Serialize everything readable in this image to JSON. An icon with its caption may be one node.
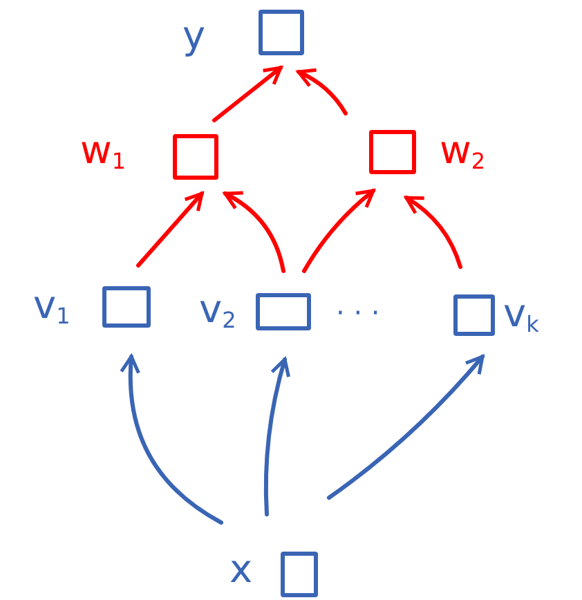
{
  "diagram": {
    "nodes": [
      {
        "text": [],
        "shape": "box",
        "beside": [
          "y"
        ]
      },
      {
        "text": [],
        "shape": "box",
        "beside": [
          "w$_{1}$"
        ]
      },
      {
        "text": [],
        "shape": "box",
        "beside": [
          "w$_{2}$"
        ]
      },
      {
        "text": [],
        "shape": "box",
        "beside": [
          "v$_{1}$"
        ]
      },
      {
        "text": [],
        "shape": "box",
        "beside": [
          "v$_{2}$"
        ]
      },
      {
        "text": [],
        "shape": "box",
        "beside": [
          "v$_{k}$"
        ]
      },
      {
        "text": [],
        "shape": "box",
        "beside": [
          "x"
        ]
      }
    ],
    "edges": [
      {
        "from": 6,
        "to": 3,
        "arrow": "to",
        "color": "#3a65b5"
      },
      {
        "from": 6,
        "to": 4,
        "arrow": "to",
        "color": "#3a65b5"
      },
      {
        "from": 6,
        "to": 5,
        "arrow": "to",
        "color": "#3a65b5"
      },
      {
        "from": 3,
        "to": 1,
        "arrow": "to"
      },
      {
        "from": 4,
        "to": 1,
        "arrow": "to"
      },
      {
        "from": 4,
        "to": 2,
        "arrow": "to"
      },
      {
        "from": 5,
        "to": 2,
        "arrow": "to"
      },
      {
        "from": 1,
        "to": 0,
        "arrow": "to"
      },
      {
        "from": 2,
        "to": 0,
        "arrow": "to"
      }
    ],
    "labels": [
      "· · ·"
    ]
  }
}
